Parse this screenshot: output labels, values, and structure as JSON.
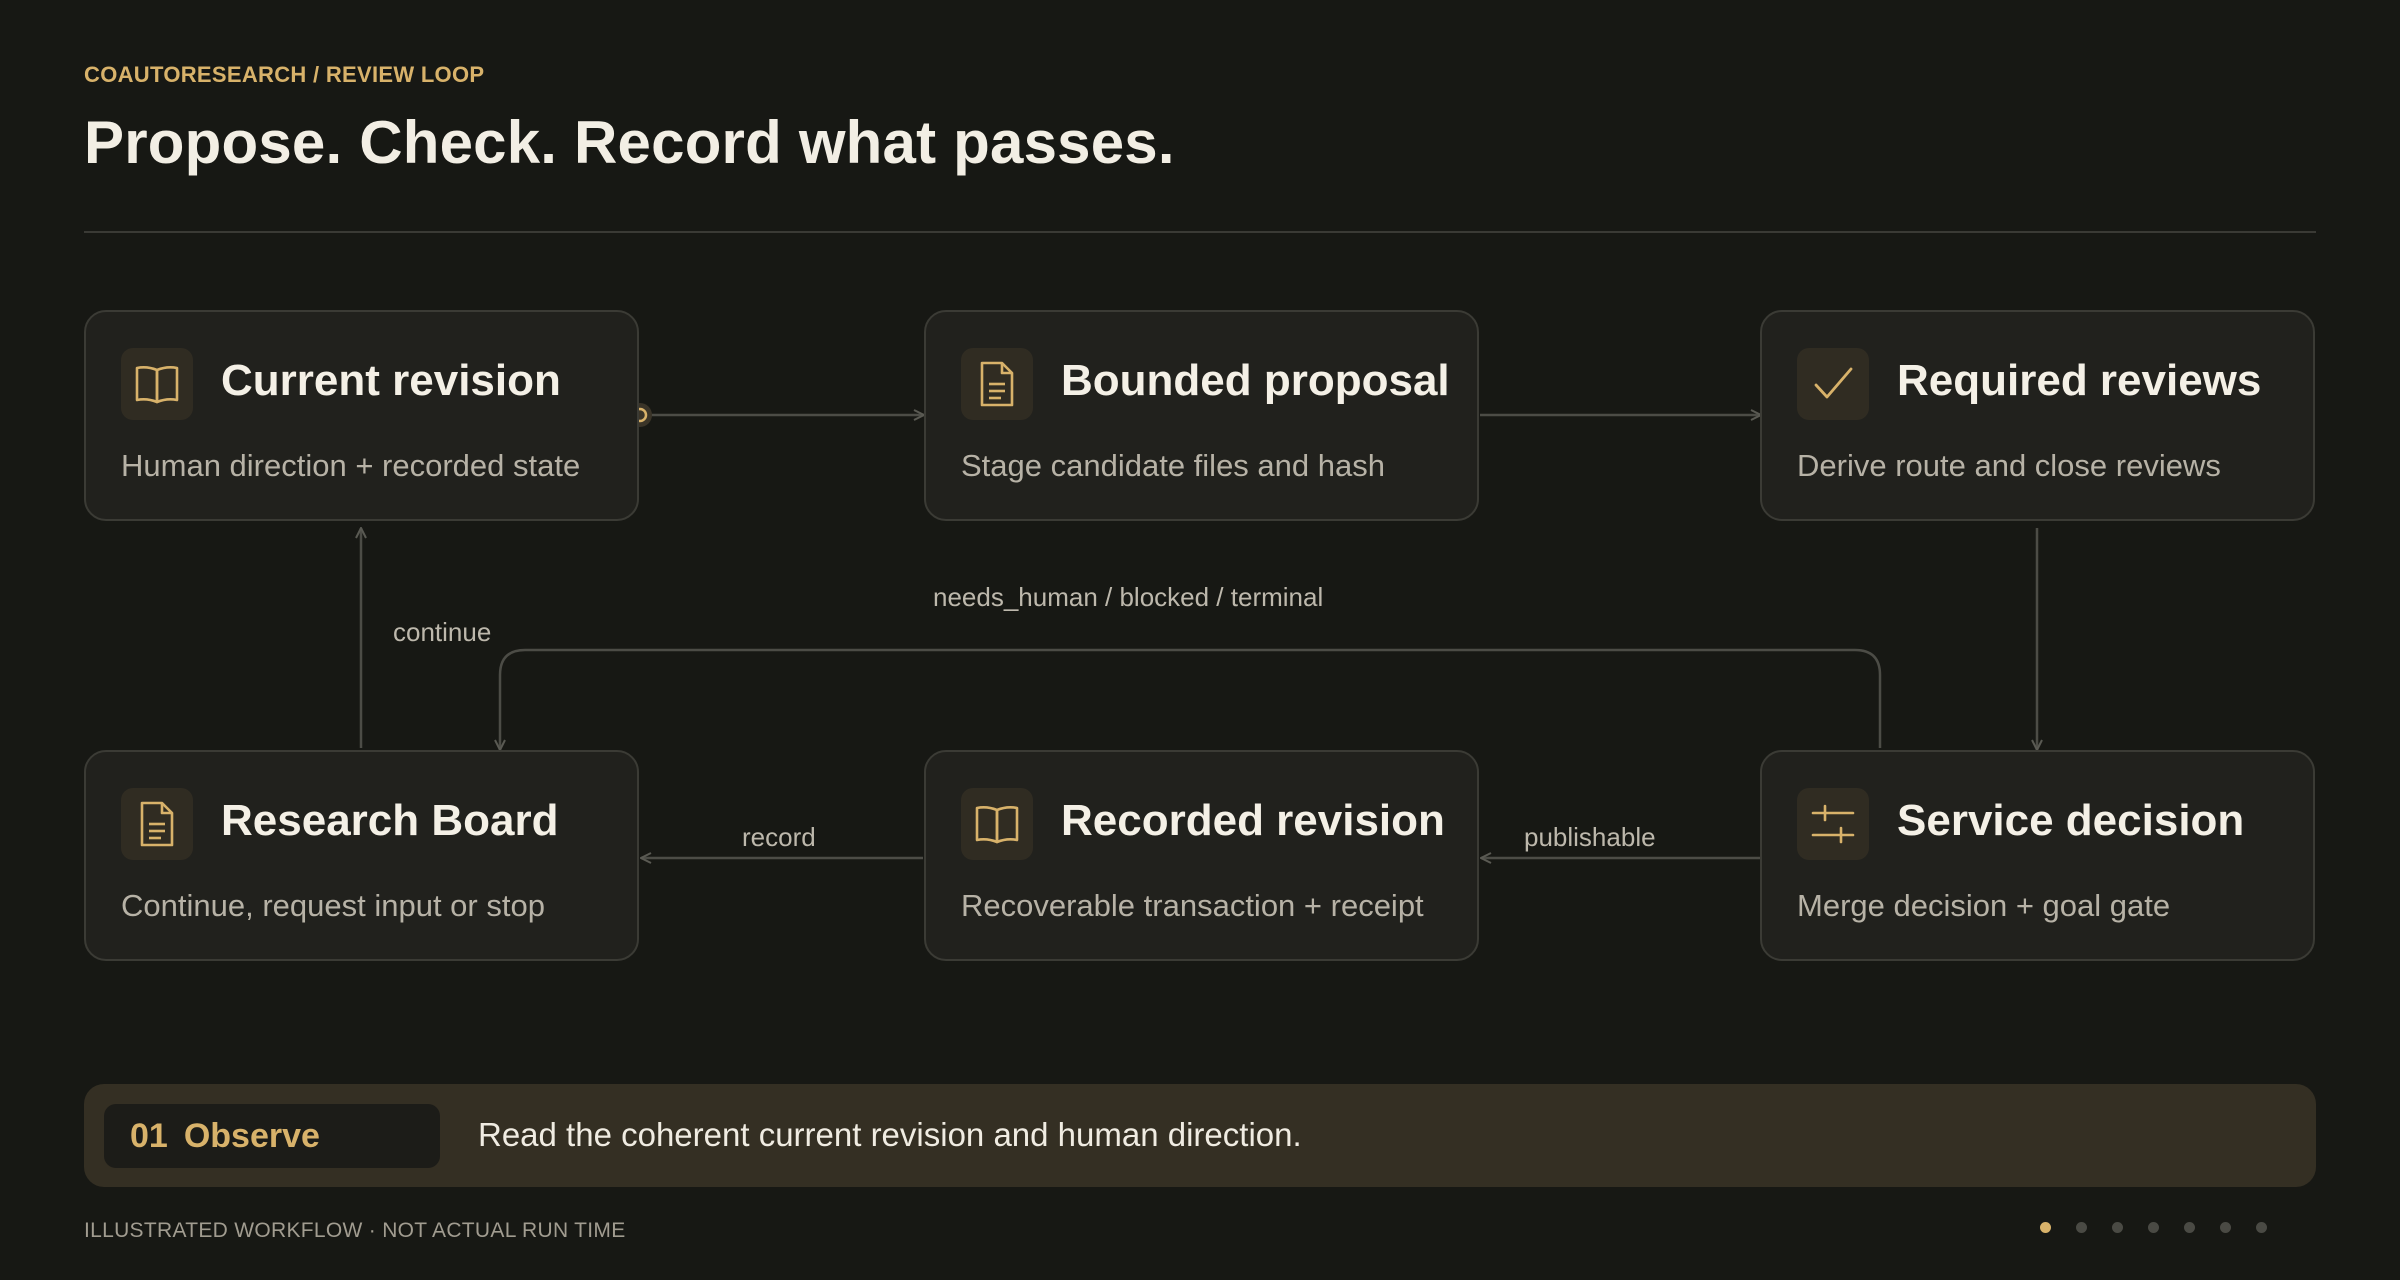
{
  "header": {
    "eyebrow": "COAUTORESEARCH / REVIEW LOOP",
    "title": "Propose. Check. Record what passes."
  },
  "nodes": {
    "current_revision": {
      "title": "Current revision",
      "subtitle": "Human direction + recorded state",
      "icon": "book-icon"
    },
    "bounded_proposal": {
      "title": "Bounded proposal",
      "subtitle": "Stage candidate files and hash",
      "icon": "document-icon"
    },
    "required_reviews": {
      "title": "Required reviews",
      "subtitle": "Derive route and close reviews",
      "icon": "check-icon"
    },
    "research_board": {
      "title": "Research Board",
      "subtitle": "Continue, request input or stop",
      "icon": "document-icon"
    },
    "recorded_revision": {
      "title": "Recorded revision",
      "subtitle": "Recoverable transaction + receipt",
      "icon": "book-icon"
    },
    "service_decision": {
      "title": "Service decision",
      "subtitle": "Merge decision + goal gate",
      "icon": "sliders-icon"
    }
  },
  "edges": {
    "continue": "continue",
    "needs_human": "needs_human / blocked / terminal",
    "record": "record",
    "publishable": "publishable"
  },
  "step": {
    "number": "01",
    "name": "Observe",
    "description": "Read the coherent current revision and human direction."
  },
  "footer": {
    "caption": "ILLUSTRATED WORKFLOW · NOT ACTUAL RUN TIME",
    "pagination": {
      "total": 7,
      "current": 1
    }
  },
  "colors": {
    "background": "#171814",
    "accent": "#d8b26a",
    "card": "#21211d",
    "step_bar": "#342f23"
  }
}
